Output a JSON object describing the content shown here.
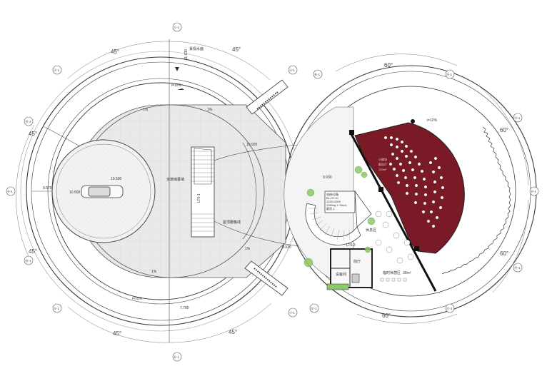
{
  "angles": {
    "top_left": "45°",
    "top_right": "45°",
    "left_upper": "45°",
    "left_lower": "45°",
    "bottom_left": "45°",
    "bottom_right": "45°",
    "right_top": "60°",
    "right_upper": "60°",
    "right_lower": "60°",
    "right_bottom": "60°"
  },
  "axis_labels": {
    "a1": "①-1",
    "a2": "②-1",
    "a3": "③-1",
    "a4": "④-1",
    "a5": "⑤-1",
    "a6": "⑥-1",
    "a7": "⑦-1",
    "a8": "⑧-1",
    "a9": "⑨-1",
    "a10": "⑩-1",
    "a11": "⑪-1",
    "a12": "⑫-1",
    "a13": "⑬-1",
    "a14": "⑭-1",
    "a15": "⑮-1",
    "a16": "⑯-1"
  },
  "labels": {
    "top_note": "景观水面",
    "top_elev": "11.630",
    "ramp_top": "i=15%",
    "ramp_bottom": "i=15%",
    "ramp_right": "i=12%",
    "slope_1": "1%",
    "slope_2": "1%",
    "slope_3": "1%",
    "slope_4": "1%",
    "elev_car": "10.500",
    "elev_left": "9.570",
    "elev_platform": "10.500",
    "elev_mid": "10.920",
    "elev_ramp": "9.930",
    "elev_lower": "9.930",
    "elev_bottom": "7.780",
    "stair_tag": "LT6-1",
    "stair_tag2": "LT6-2",
    "mid_note": "全玻璃幕墙",
    "mid_note2": "屋顶栅格线",
    "elevator_1": "电梯/设备",
    "elevator_2": "BL-DT-01",
    "elevator_3": "2250×2500",
    "elevator_4": "1350kg 1.75m/s",
    "elevator_5": "载货-1",
    "rest_area": "休息区",
    "aud_label_1": "小剧场",
    "aud_label_2": "报告厅",
    "aud_label_3": "120m²",
    "room_service": "设备间",
    "room_lobby": "前厅",
    "room_area": "39m²",
    "room_seating": "临时休憩区"
  },
  "colors": {
    "auditorium": "#7a1a26",
    "floor": "#e9e9e9",
    "line": "#3a3a3a",
    "tree": "#8cc96a"
  }
}
